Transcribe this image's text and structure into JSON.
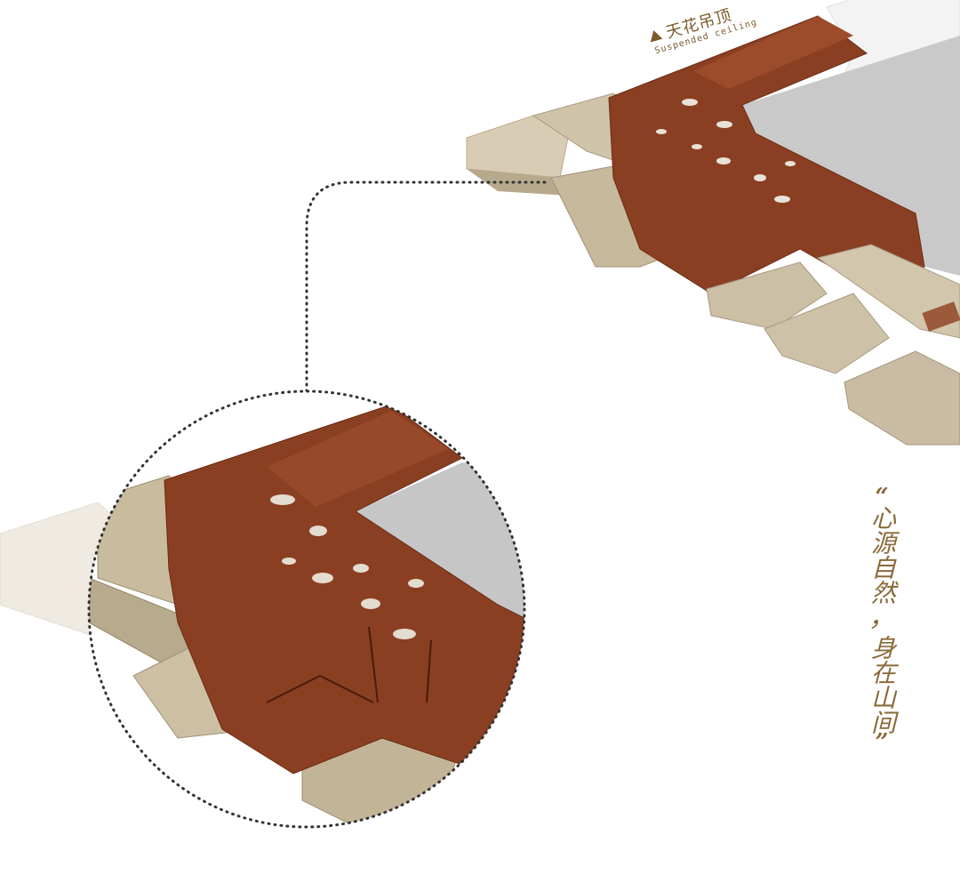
{
  "label": {
    "zh": "天花吊顶",
    "en": "Suspended ceiling"
  },
  "poem": {
    "open_quote": "“",
    "line1": "心源自然",
    "comma": "，",
    "line2": "身在山间",
    "close_quote": "”"
  },
  "colors": {
    "wood": "#8a3f22",
    "beige": "#c2b49a",
    "gray_panel": "#c8c8c8",
    "text": "#7a5a2c"
  }
}
